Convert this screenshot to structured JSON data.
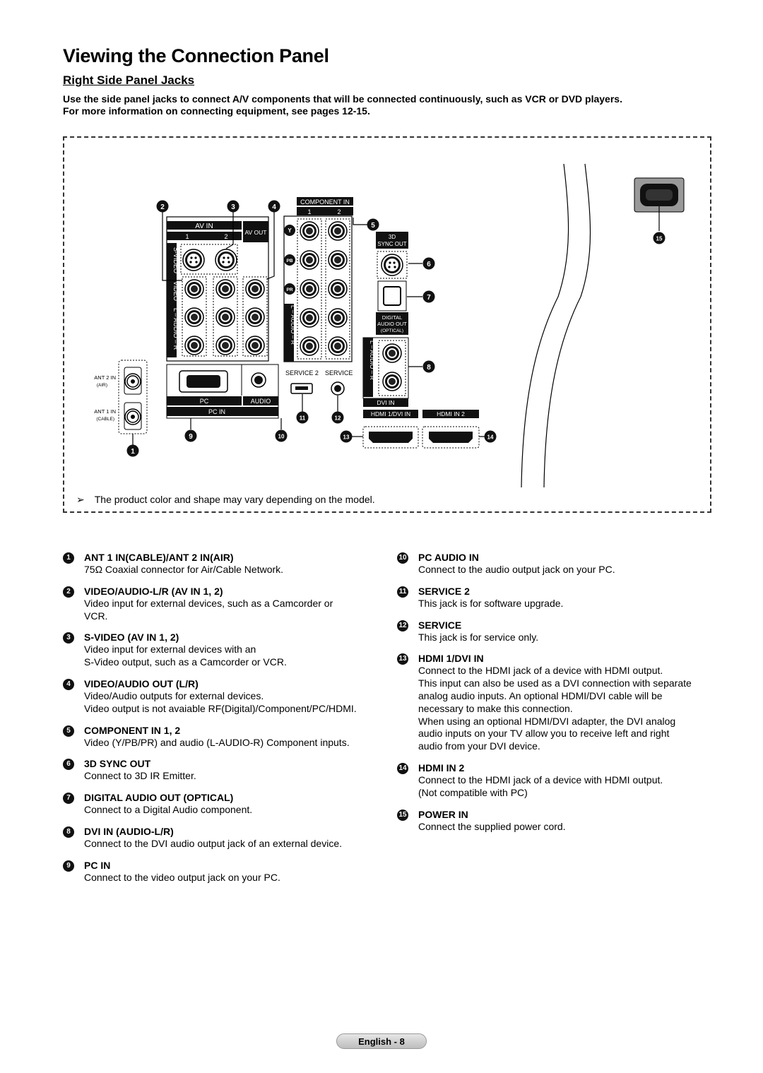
{
  "title": "Viewing the Connection Panel",
  "subtitle": "Right Side Panel Jacks",
  "intro": [
    "Use the side panel jacks to connect A/V components that will be connected continuously, such as VCR or DVD players.",
    "For more information on connecting equipment, see pages 12-15."
  ],
  "diagram": {
    "labels": {
      "av_in": "AV IN",
      "av_out": "AV OUT",
      "component_in": "COMPONENT IN",
      "col1": "1",
      "col2": "2",
      "s_video": "S-VIDEO",
      "video": "VIDEO",
      "audio_lr": "L – AUDIO – R",
      "sync_3d_a": "3D",
      "sync_3d_b": "SYNC OUT",
      "digital_a": "DIGITAL",
      "digital_b": "AUDIO OUT",
      "digital_c": "(OPTICAL)",
      "dvi_in": "DVI IN",
      "ant2": "ANT 2 IN",
      "ant2_sub": "(AIR)",
      "ant1": "ANT 1 IN",
      "ant1_sub": "(CABLE)",
      "pc": "PC",
      "audio": "AUDIO",
      "pc_in": "PC IN",
      "service2": "SERVICE 2",
      "service": "SERVICE",
      "hdmi1": "HDMI 1/DVI IN",
      "hdmi2": "HDMI IN 2",
      "y": "Y",
      "pb": "PB",
      "pr": "PR"
    },
    "callouts": [
      "1",
      "2",
      "3",
      "4",
      "5",
      "6",
      "7",
      "8",
      "9",
      "10",
      "11",
      "12",
      "13",
      "14",
      "15"
    ]
  },
  "note": {
    "arrow": "➢",
    "text": "The product color and shape may vary depending on the model."
  },
  "items_left": [
    {
      "num": "1",
      "title": "ANT 1 IN(CABLE)/ANT 2 IN(AIR)",
      "lines": [
        "75Ω Coaxial connector for Air/Cable Network."
      ]
    },
    {
      "num": "2",
      "title": "VIDEO/AUDIO-L/R (AV IN 1, 2)",
      "lines": [
        "Video input for external devices, such as a Camcorder or",
        "VCR."
      ]
    },
    {
      "num": "3",
      "title": "S-VIDEO (AV IN 1, 2)",
      "lines": [
        "Video input for external devices with an",
        "S-Video output, such as a Camcorder or VCR."
      ]
    },
    {
      "num": "4",
      "title": "VIDEO/AUDIO OUT (L/R)",
      "lines": [
        "Video/Audio outputs for external devices.",
        "Video output is not avaiable RF(Digital)/Component/PC/HDMI."
      ]
    },
    {
      "num": "5",
      "title": "COMPONENT IN 1, 2",
      "lines": [
        "Video (Y/PB/PR) and audio (L-AUDIO-R) Component inputs."
      ]
    },
    {
      "num": "6",
      "title": "3D SYNC OUT",
      "lines": [
        "Connect to 3D IR Emitter."
      ]
    },
    {
      "num": "7",
      "title": "DIGITAL AUDIO OUT (OPTICAL)",
      "lines": [
        "Connect to a Digital Audio component."
      ]
    },
    {
      "num": "8",
      "title": "DVI IN (AUDIO-L/R)",
      "lines": [
        "Connect to the DVI audio output jack of an external device."
      ]
    },
    {
      "num": "9",
      "title": "PC IN",
      "lines": [
        "Connect to the video output jack on your PC."
      ]
    }
  ],
  "items_right": [
    {
      "num": "10",
      "title": "PC AUDIO IN",
      "lines": [
        "Connect to the audio output jack on your PC."
      ]
    },
    {
      "num": "11",
      "title": "SERVICE 2",
      "lines": [
        "This jack is for software upgrade."
      ]
    },
    {
      "num": "12",
      "title": "SERVICE",
      "lines": [
        "This jack is for service only."
      ]
    },
    {
      "num": "13",
      "title": "HDMI 1/DVI IN",
      "lines": [
        "Connect to the HDMI jack of a device with HDMI output.",
        "This input can also be used as a DVI connection with separate",
        "analog audio inputs. An optional HDMI/DVI cable will be",
        "necessary to make this connection.",
        "When using an optional HDMI/DVI adapter, the DVI analog",
        "audio inputs on your TV allow you to receive left and right",
        "audio from your DVI device."
      ]
    },
    {
      "num": "14",
      "title": "HDMI IN 2",
      "lines": [
        "Connect to the HDMI jack of a device with HDMI output.",
        "(Not compatible with PC)"
      ]
    },
    {
      "num": "15",
      "title": "POWER IN",
      "lines": [
        "Connect the supplied power cord."
      ]
    }
  ],
  "footer": "English - 8"
}
